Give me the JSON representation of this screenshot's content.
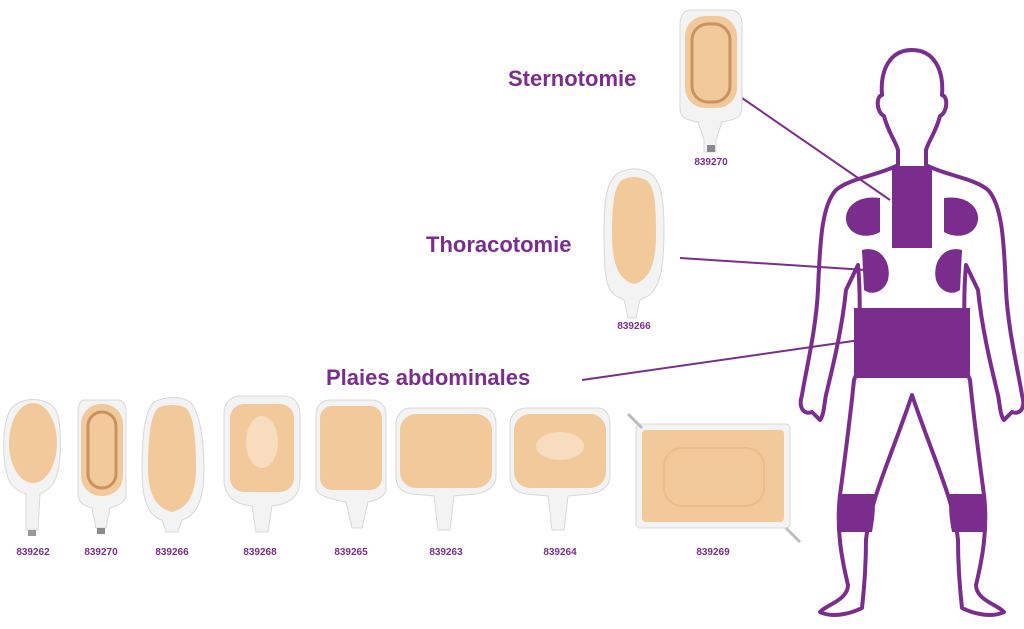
{
  "colors": {
    "accent": "#7b2d8e",
    "pad": "#f2c99b",
    "pad_dark": "#e8b37c",
    "film": "#f3f3f3",
    "film_edge": "#d8d8d8"
  },
  "labels": {
    "sternotomie": "Sternotomie",
    "thoracotomie": "Thoracotomie",
    "abdominales": "Plaies abdominales"
  },
  "top_products": {
    "sternotomie_code": "839270",
    "thoracotomie_code": "839266"
  },
  "row_products": [
    {
      "code": "839262",
      "shape": "oval"
    },
    {
      "code": "839270",
      "shape": "long-oval"
    },
    {
      "code": "839266",
      "shape": "teardrop"
    },
    {
      "code": "839268",
      "shape": "square-window"
    },
    {
      "code": "839265",
      "shape": "square"
    },
    {
      "code": "839263",
      "shape": "wide"
    },
    {
      "code": "839264",
      "shape": "wide-window"
    },
    {
      "code": "839269",
      "shape": "rect-large"
    }
  ]
}
